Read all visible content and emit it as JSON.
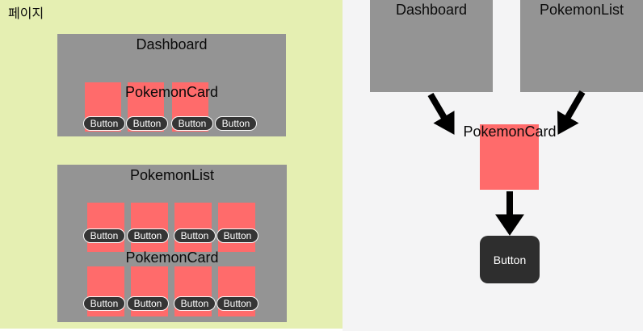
{
  "colors": {
    "page_bg": "#ffffff",
    "left_panel_bg": "#e5efb2",
    "right_panel_bg": "#f4f4f5",
    "box_gray": "#949494",
    "card_red": "#ff6b6b",
    "button_dark": "#2e2e2e",
    "pill_dark": "#353535",
    "pill_border": "#fafafa",
    "button_text": "#ffffff",
    "text_black": "#0a0a0a",
    "arrow_black": "#000000"
  },
  "left_panel": {
    "label": "페이지",
    "dashboard": {
      "title": "Dashboard",
      "card_label": "PokemonCard",
      "buttons": [
        "Button",
        "Button",
        "Button",
        "Button"
      ]
    },
    "pokemon_list": {
      "title": "PokemonList",
      "card_label": "PokemonCard",
      "row1_buttons": [
        "Button",
        "Button",
        "Button",
        "Button"
      ],
      "row2_buttons": [
        "Button",
        "Button",
        "Button",
        "Button"
      ]
    }
  },
  "diagram": {
    "nodes": {
      "dashboard": {
        "label": "Dashboard"
      },
      "pokemon_list": {
        "label": "PokemonList"
      },
      "pokemon_card": {
        "label": "PokemonCard"
      },
      "button": {
        "label": "Button"
      }
    },
    "edges": [
      {
        "from": "Dashboard",
        "to": "PokemonCard"
      },
      {
        "from": "PokemonList",
        "to": "PokemonCard"
      },
      {
        "from": "PokemonCard",
        "to": "Button"
      }
    ]
  }
}
